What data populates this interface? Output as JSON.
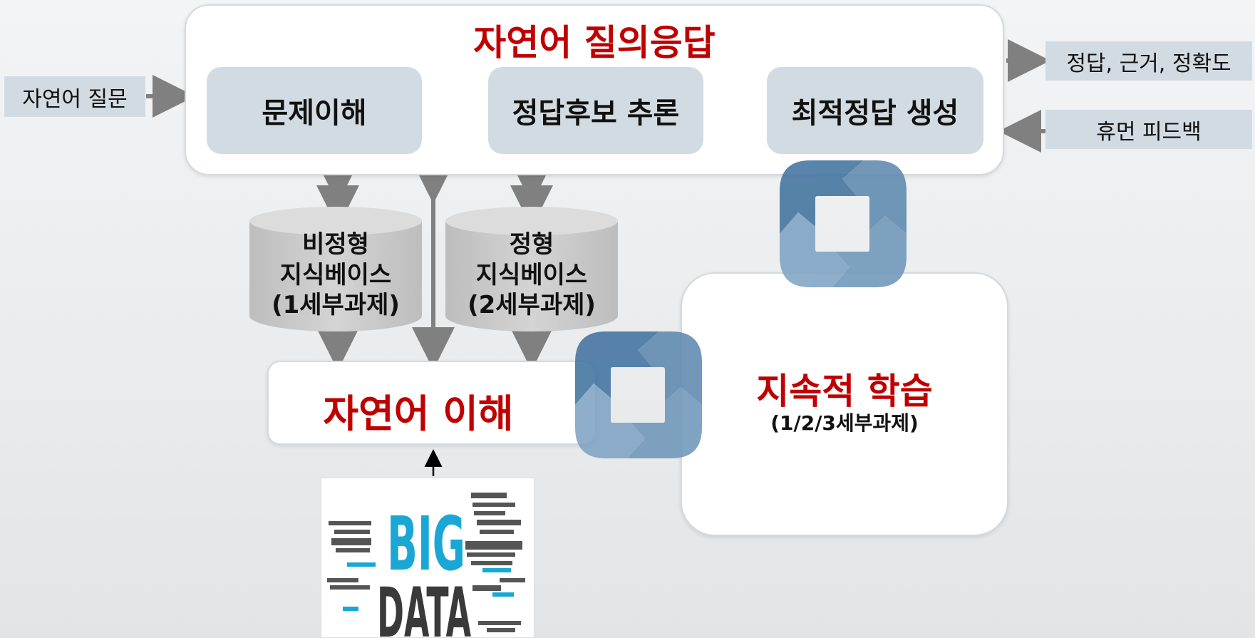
{
  "qa_system": {
    "title": "자연어 질의응답",
    "steps": [
      "문제이해",
      "정답후보 추론",
      "최적정답 생성"
    ]
  },
  "inputs": {
    "question": "자연어 질문",
    "feedback": "휴먼 피드백"
  },
  "outputs": {
    "answer": "정답, 근거, 정확도"
  },
  "knowledge_bases": {
    "unstructured": {
      "line1": "비정형",
      "line2": "지식베이스",
      "line3": "(1세부과제)"
    },
    "structured": {
      "line1": "정형",
      "line2": "지식베이스",
      "line3": "(2세부과제)"
    }
  },
  "nlu": {
    "title": "자연어 이해"
  },
  "continual_learning": {
    "title": "지속적 학습",
    "subtitle": "(1/2/3세부과제)"
  },
  "big_data_image": {
    "word1": "BIG",
    "word2": "DATA"
  },
  "colors": {
    "accent_red": "#c00000",
    "box_gray": "#d3dbe2",
    "arrow_gray": "#808080",
    "cycle_blue": "#4a7ba6"
  }
}
